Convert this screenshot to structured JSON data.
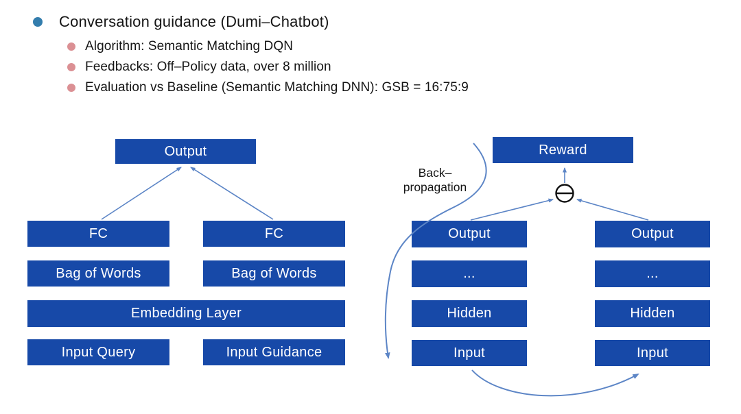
{
  "colors": {
    "box_blue": "#1749a8",
    "arrow_blue": "#5c85c6",
    "bullet_blue": "#337dad",
    "bullet_pink": "#db9094"
  },
  "bullets": {
    "main": "Conversation guidance (Dumi–Chatbot)",
    "sub": [
      "Algorithm: Semantic Matching DQN",
      "Feedbacks: Off–Policy data, over 8 million",
      "Evaluation vs Baseline (Semantic Matching DNN): GSB = 16:75:9"
    ]
  },
  "left_diagram": {
    "output": "Output",
    "fc_left": "FC",
    "fc_right": "FC",
    "bow_left": "Bag of Words",
    "bow_right": "Bag of Words",
    "embedding": "Embedding Layer",
    "input_query": "Input Query",
    "input_guidance": "Input Guidance"
  },
  "right_diagram": {
    "reward": "Reward",
    "minus_symbol": "⊖",
    "backprop_line1": "Back–",
    "backprop_line2": "propagation",
    "left_column": {
      "output": "Output",
      "dots": "...",
      "hidden": "Hidden",
      "input": "Input"
    },
    "right_column": {
      "output": "Output",
      "dots": "...",
      "hidden": "Hidden",
      "input": "Input"
    }
  }
}
